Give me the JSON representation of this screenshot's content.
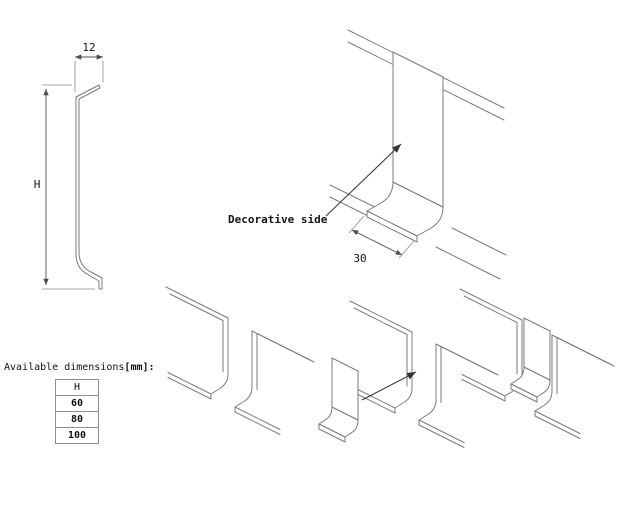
{
  "drawing": {
    "profile_view": {
      "width_dimension": "12",
      "height_dimension": "H"
    },
    "isometric_view": {
      "decorative_side_label": "Decorative side",
      "width_dimension": "30"
    },
    "dimensions_table": {
      "caption_text": "Available dimensions",
      "caption_unit": "[mm]:",
      "header": "H",
      "values": [
        "60",
        "80",
        "100"
      ]
    },
    "colors": {
      "line": "#7b7b7b",
      "dimension_line": "#4d4d4d",
      "text": "#141414",
      "background": "#ffffff"
    }
  }
}
